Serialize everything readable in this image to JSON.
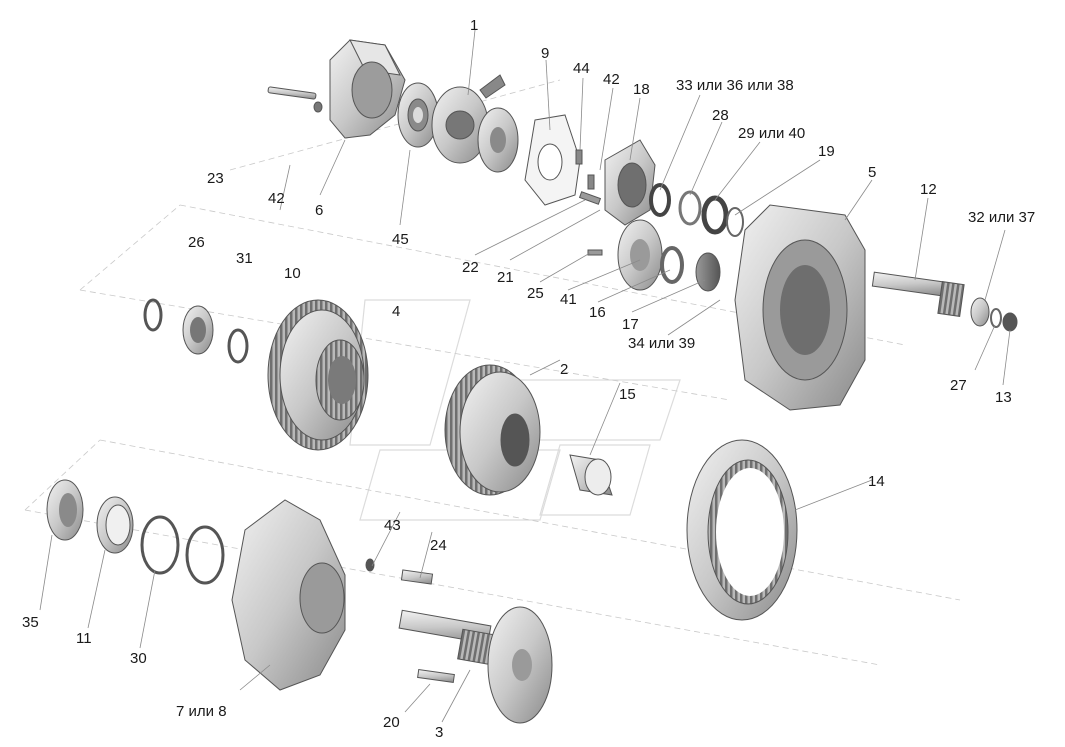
{
  "labels": [
    {
      "id": "l1",
      "text": "1"
    },
    {
      "id": "l9",
      "text": "9"
    },
    {
      "id": "l44",
      "text": "44"
    },
    {
      "id": "l42a",
      "text": "42"
    },
    {
      "id": "l18",
      "text": "18"
    },
    {
      "id": "l33",
      "text": "33 или 36 или 38"
    },
    {
      "id": "l28",
      "text": "28"
    },
    {
      "id": "l29",
      "text": "29 или 40"
    },
    {
      "id": "l19",
      "text": "19"
    },
    {
      "id": "l5",
      "text": "5"
    },
    {
      "id": "l12",
      "text": "12"
    },
    {
      "id": "l32",
      "text": "32 или 37"
    },
    {
      "id": "l23",
      "text": "23"
    },
    {
      "id": "l42b",
      "text": "42"
    },
    {
      "id": "l6",
      "text": "6"
    },
    {
      "id": "l45",
      "text": "45"
    },
    {
      "id": "l22",
      "text": "22"
    },
    {
      "id": "l21",
      "text": "21"
    },
    {
      "id": "l25",
      "text": "25"
    },
    {
      "id": "l41",
      "text": "41"
    },
    {
      "id": "l16",
      "text": "16"
    },
    {
      "id": "l26",
      "text": "26"
    },
    {
      "id": "l31",
      "text": "31"
    },
    {
      "id": "l10",
      "text": "10"
    },
    {
      "id": "l4",
      "text": "4"
    },
    {
      "id": "l17",
      "text": "17"
    },
    {
      "id": "l34",
      "text": "34 или 39"
    },
    {
      "id": "l2",
      "text": "2"
    },
    {
      "id": "l15",
      "text": "15"
    },
    {
      "id": "l27",
      "text": "27"
    },
    {
      "id": "l13",
      "text": "13"
    },
    {
      "id": "l14",
      "text": "14"
    },
    {
      "id": "l43",
      "text": "43"
    },
    {
      "id": "l24",
      "text": "24"
    },
    {
      "id": "l35",
      "text": "35"
    },
    {
      "id": "l11",
      "text": "11"
    },
    {
      "id": "l30",
      "text": "30"
    },
    {
      "id": "l7",
      "text": "7 или 8"
    },
    {
      "id": "l20",
      "text": "20"
    },
    {
      "id": "l3",
      "text": "3"
    }
  ],
  "colors": {
    "metal": "#cfcfcf",
    "metal_dark": "#8d8d8d",
    "metal_light": "#ececec",
    "outline": "#555555"
  }
}
